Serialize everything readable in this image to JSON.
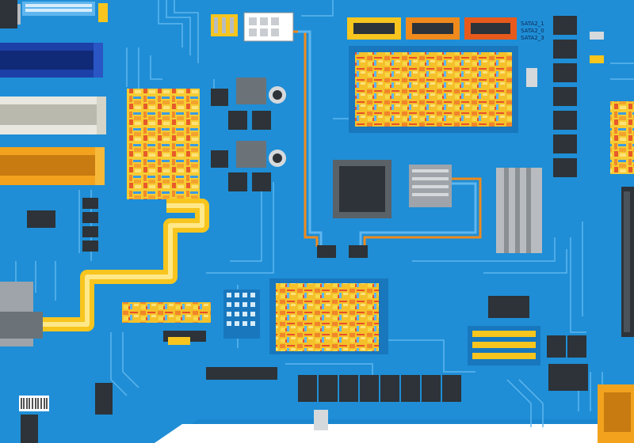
{
  "board": {
    "sata_labels": [
      "SATA2_1",
      "SATA2_0",
      "SATA2_3"
    ],
    "colors": {
      "pcb": "#1f8ed6",
      "pcb_dark": "#1877bd",
      "trace": "#5fb6ee",
      "chip": "#2d3338",
      "chip_light": "#4b535a",
      "slot_blue": "#1c3fa8",
      "slot_white": "#e8e8e0",
      "slot_orange": "#f2a21c",
      "sata_yellow": "#f7c51e",
      "sata_orange": "#f08a1c",
      "sata_red": "#e85a1c",
      "die_yellow": "#f5c12a",
      "die_orange": "#f0852a",
      "metal": "#b8bcc0",
      "background": "#ffffff"
    }
  }
}
